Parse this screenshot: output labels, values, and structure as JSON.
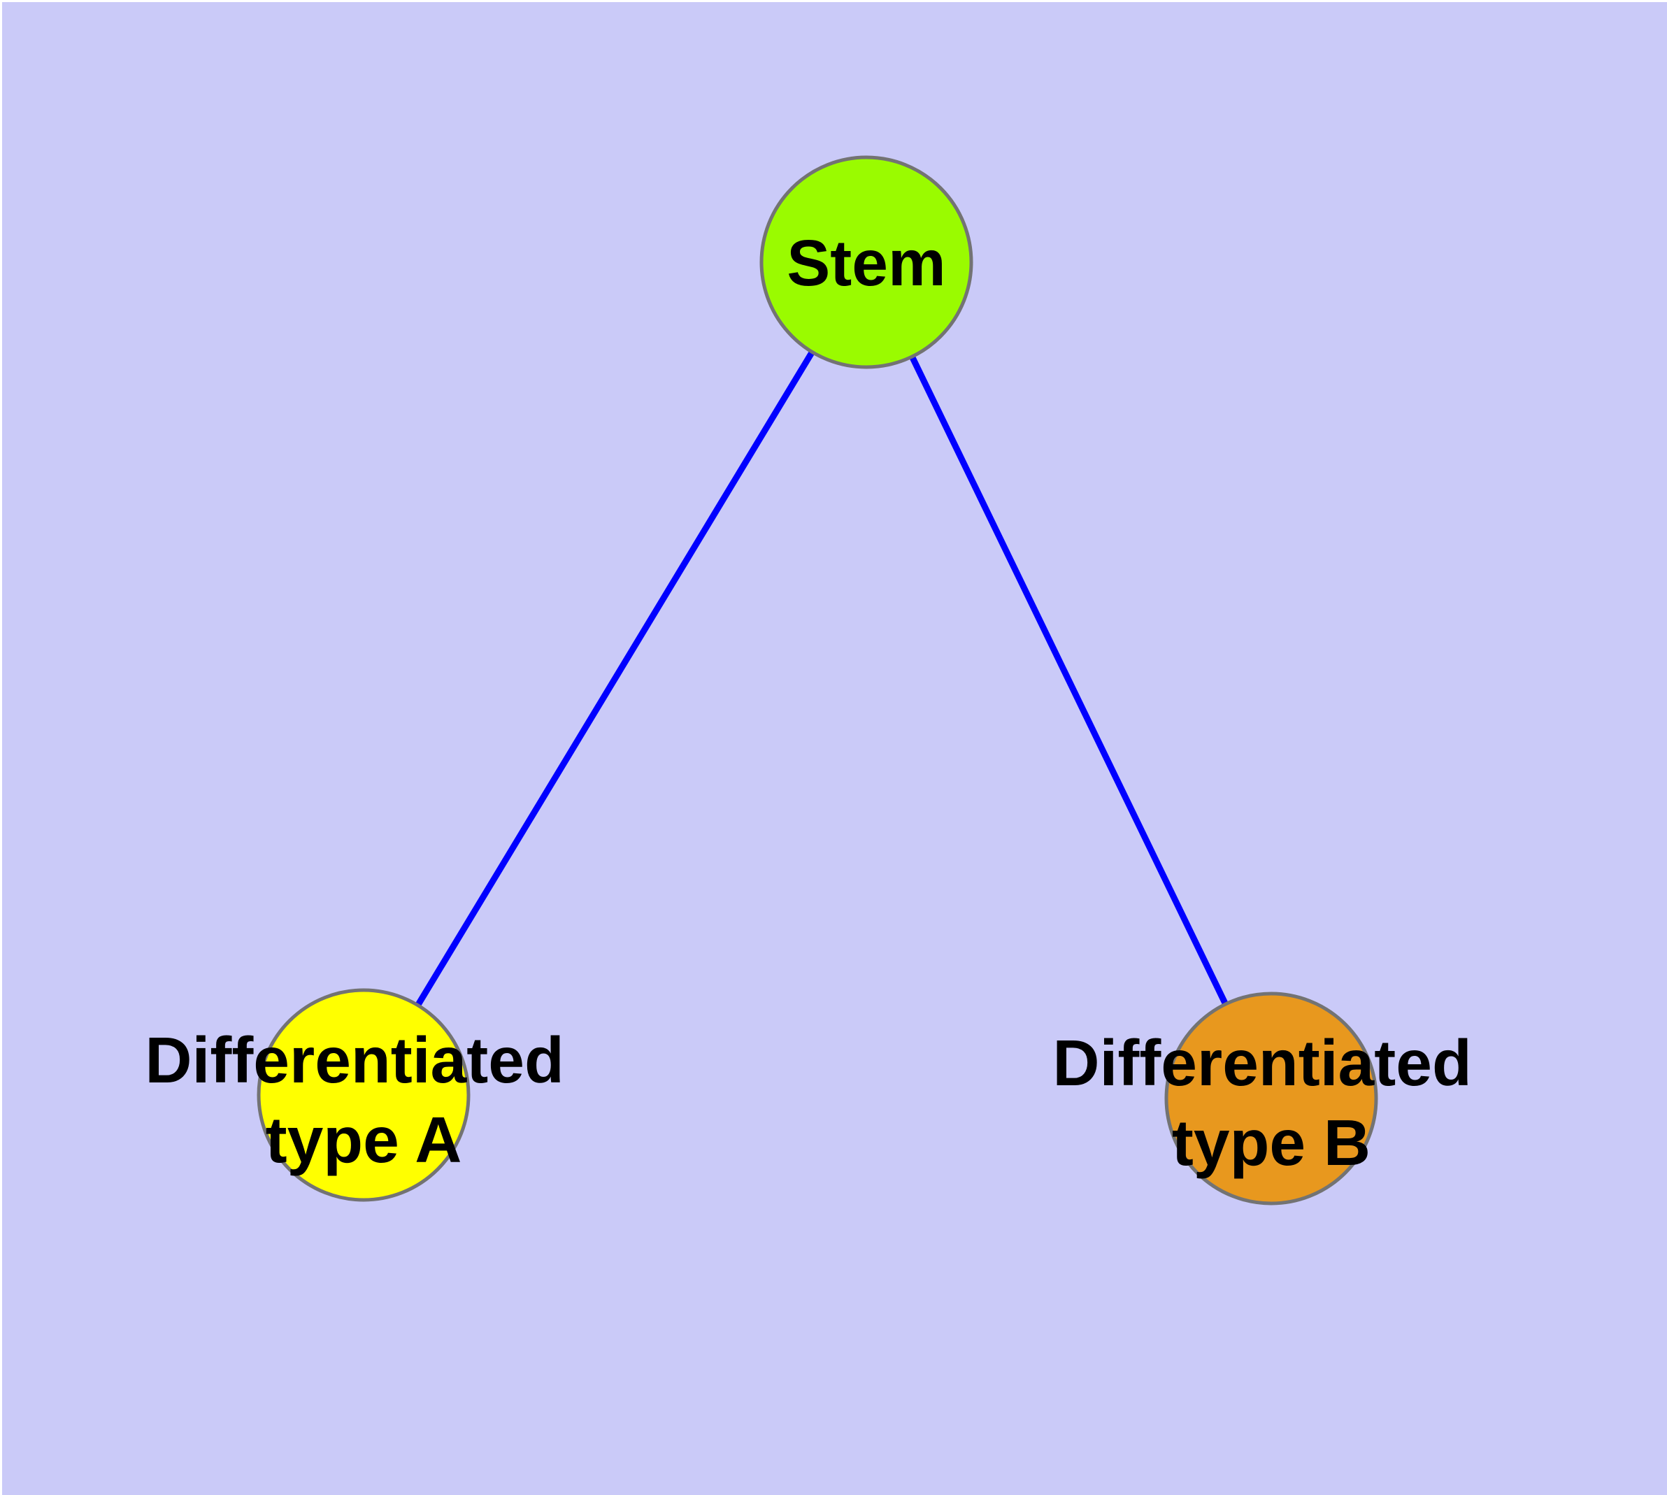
{
  "figure": {
    "background_color": "#CACAF8",
    "frame_color": "#FFFFFF",
    "text_color": "#000000"
  },
  "graph": {
    "type": "node-link-diagram",
    "edge_color": "#0000FF",
    "node_border_color": "#737373",
    "nodes": [
      {
        "id": "stem",
        "label": "Stem",
        "label_lines": [
          "Stem"
        ],
        "fill": "#9AFB00"
      },
      {
        "id": "differentiated-type-a",
        "label": "Differentiated type A",
        "label_lines": [
          "Differentiated",
          "type A"
        ],
        "fill": "#FFFF00"
      },
      {
        "id": "differentiated-type-b",
        "label": "Differentiated type B",
        "label_lines": [
          "Differentiated",
          "type B"
        ],
        "fill": "#E8981E"
      }
    ],
    "edges": [
      {
        "from": "Stem",
        "to": "Differentiated type A"
      },
      {
        "from": "Stem",
        "to": "Differentiated type B"
      }
    ]
  }
}
